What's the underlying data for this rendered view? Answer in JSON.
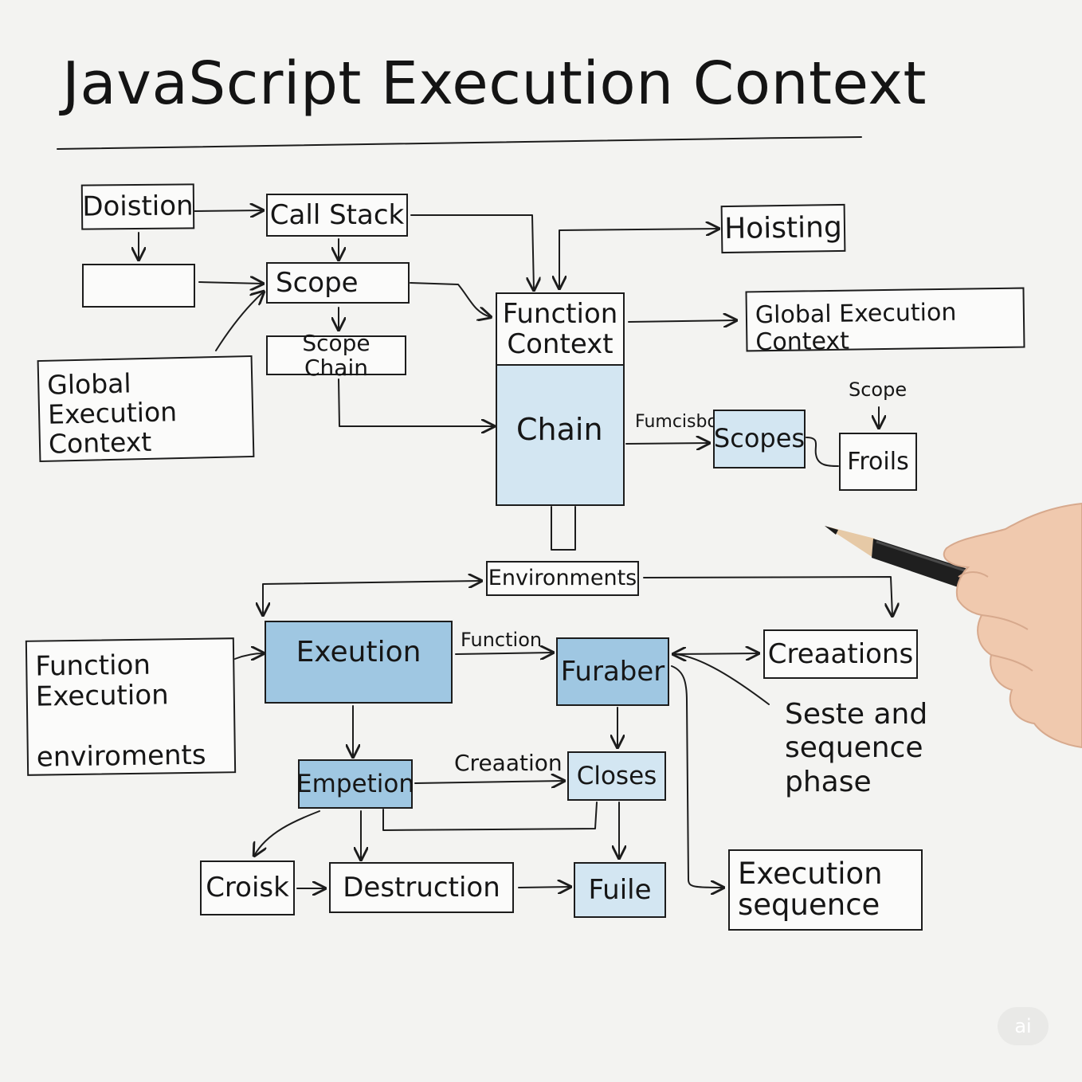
{
  "title": "JavaScript Execution Context",
  "boxes": {
    "doistion": "Doistion",
    "call_stack": "Call Stack",
    "empty": "",
    "scope": "Scope",
    "scope_chain": "Scope Chain",
    "global_exec_left": "Global Execution\n Context",
    "function_context": "Function\nContext",
    "chain": "Chain",
    "hoisting": "Hoisting",
    "global_exec_right": "Global Execution Context",
    "scopes": "Scopes",
    "froils": "Froils",
    "environments": "Environments",
    "function_exec_env": "Function\nExecution\n\nenviroments",
    "exeution": "Exeution",
    "furaber": "Furaber",
    "creaations": "Creaations",
    "empetion": "Empetion",
    "closes": "Closes",
    "croisk": "Croisk",
    "destruction": "Destruction",
    "fuile": "Fuile",
    "execution_sequence": "Execution\nsequence"
  },
  "labels": {
    "scope_top": "Scope",
    "fumcisbo": "Fumcisbo",
    "function_edge": "Function",
    "creaation_edge": "Creaation",
    "seste_phase": "Seste and\nsequence\nphase"
  },
  "badge": "ai",
  "colors": {
    "background": "#f3f3f1",
    "ink": "#1c1c1c",
    "fill_blue": "#9fc7e2",
    "fill_light_blue": "#d3e6f2"
  }
}
